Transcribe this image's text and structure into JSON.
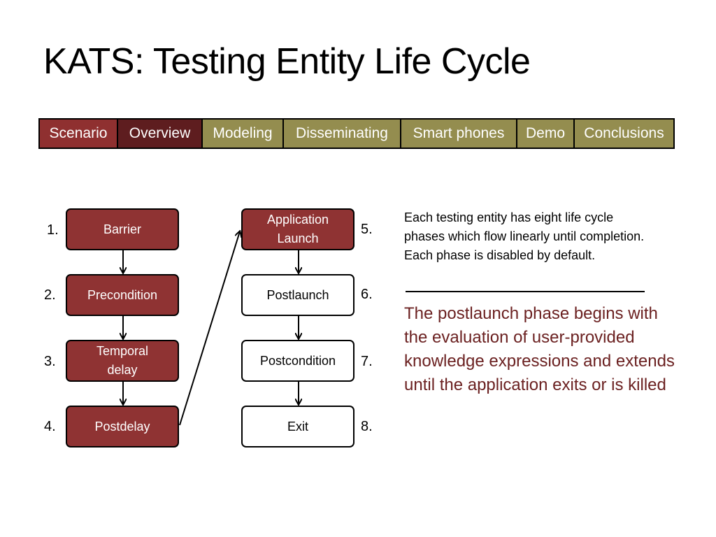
{
  "slide": {
    "title": "KATS: Testing Entity Life Cycle"
  },
  "nav": {
    "tabs": [
      {
        "label": "Scenario",
        "state": "active"
      },
      {
        "label": "Overview",
        "state": "current"
      },
      {
        "label": "Modeling",
        "state": "future"
      },
      {
        "label": "Disseminating",
        "state": "future"
      },
      {
        "label": "Smart phones",
        "state": "future"
      },
      {
        "label": "Demo",
        "state": "future"
      },
      {
        "label": "Conclusions",
        "state": "future"
      }
    ]
  },
  "phases": [
    {
      "num": "1.",
      "label": "Barrier",
      "filled": true
    },
    {
      "num": "2.",
      "label": "Precondition",
      "filled": true
    },
    {
      "num": "3.",
      "label": "Temporal delay",
      "filled": true
    },
    {
      "num": "4.",
      "label": "Postdelay",
      "filled": true
    },
    {
      "num": "5.",
      "label": "Application Launch",
      "filled": true
    },
    {
      "num": "6.",
      "label": "Postlaunch",
      "filled": false
    },
    {
      "num": "7.",
      "label": "Postcondition",
      "filled": false
    },
    {
      "num": "8.",
      "label": "Exit",
      "filled": false
    }
  ],
  "description": "Each testing entity has eight life cycle phases which flow linearly until completion. Each phase is disabled by default.",
  "highlight": "The postlaunch phase begins with the evaluation of user-provided knowledge expressions and extends until the application exits or is killed",
  "colors": {
    "filled_box": "#8f3333",
    "nav_past": "#8f3030",
    "nav_current": "#5e1d1f",
    "nav_future": "#948d4f",
    "highlight_text": "#6b2121"
  }
}
